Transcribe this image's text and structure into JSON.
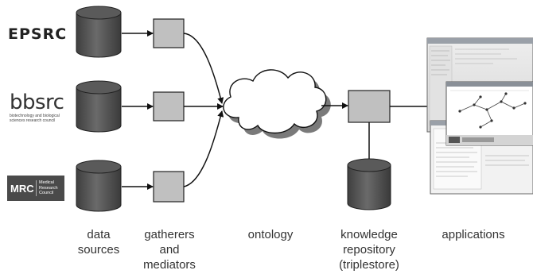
{
  "logos": {
    "epsrc": "EPSRC",
    "bbsrc_main": "bbsrc",
    "bbsrc_sub": "biotechnology and biological sciences research council",
    "mrc_abbr": "MRC",
    "mrc_full": "Medical\nResearch\nCouncil"
  },
  "labels": {
    "data_sources": "data\nsources",
    "gatherers_mediators": "gatherers\nand\nmediators",
    "ontology": "ontology",
    "knowledge_repository": "knowledge\nrepository\n(triplestore)",
    "applications": "applications"
  },
  "colors": {
    "cylinder": "#555555",
    "box": "#c0c0c0",
    "arrow": "#111111",
    "cloud_shadow": "#7a7a7a"
  }
}
